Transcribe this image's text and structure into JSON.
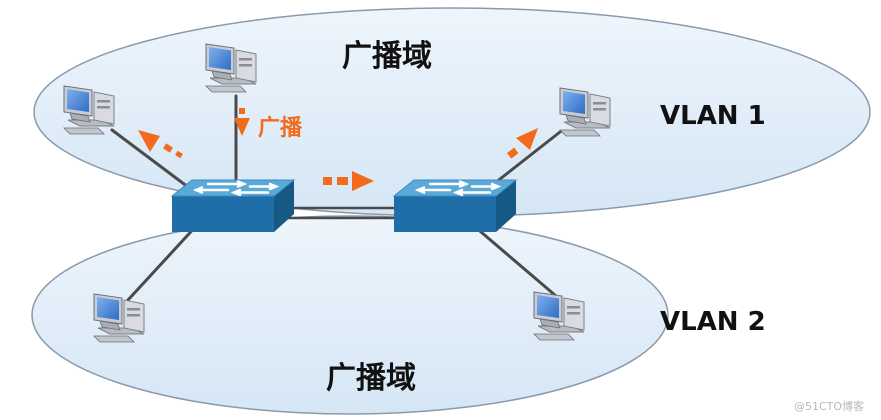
{
  "diagram": {
    "domain_label_top": "广播域",
    "domain_label_bottom": "广播域",
    "vlan1_label": "VLAN 1",
    "vlan2_label": "VLAN 2",
    "broadcast_label": "广播",
    "watermark": "@51CTO博客"
  },
  "colors": {
    "domain_fill": "#dcebf7",
    "domain_stroke": "#8a9aab",
    "switch_top": "#5aa9d8",
    "switch_front": "#1f6ea8",
    "switch_side": "#175985",
    "link": "#4a4a4a",
    "arrow": "#f26b1d",
    "pc_screen": "#3d7fd6"
  },
  "icons": [
    "switch-icon",
    "pc-icon",
    "broadcast-arrow-icon"
  ]
}
